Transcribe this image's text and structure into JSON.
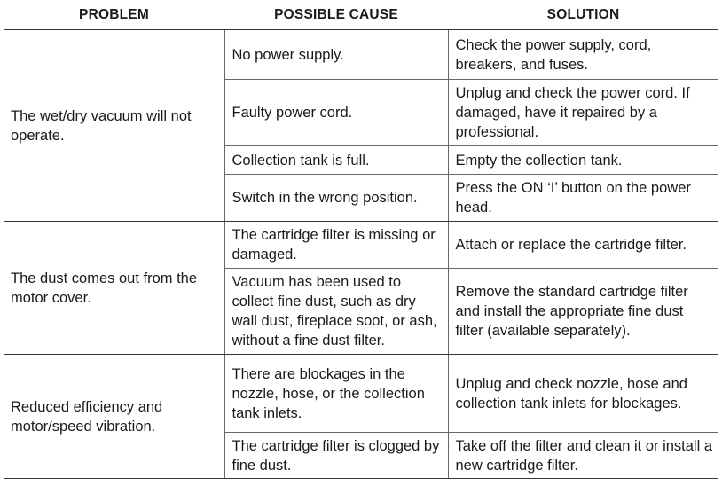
{
  "header": {
    "problem": "PROBLEM",
    "cause": "POSSIBLE CAUSE",
    "solution": "SOLUTION"
  },
  "groups": [
    {
      "problem": "The wet/dry vacuum will not operate.",
      "rows": [
        {
          "cause": "No power supply.",
          "solution": "Check the power supply, cord, breakers, and fuses."
        },
        {
          "cause": "Faulty power cord.",
          "solution": "Unplug and check the power cord. If damaged, have it repaired by a professional."
        },
        {
          "cause": "Collection tank is full.",
          "solution": "Empty the collection tank."
        },
        {
          "cause": "Switch in the wrong position.",
          "solution": "Press the ON ‘I’ button on the power head."
        }
      ]
    },
    {
      "problem": "The dust comes out from the motor cover.",
      "rows": [
        {
          "cause": "The cartridge filter is missing or damaged.",
          "solution": "Attach or replace the cartridge filter."
        },
        {
          "cause": "Vacuum has been used to collect fine dust, such as dry wall dust, fireplace soot, or ash, without a fine dust filter.",
          "solution": "Remove the standard cartridge filter and install the appropriate fine dust filter (available separately)."
        }
      ]
    },
    {
      "problem": "Reduced efficiency and motor/speed vibration.",
      "rows": [
        {
          "cause": "There are blockages in the nozzle, hose, or the collection tank inlets.",
          "solution": "Unplug and check nozzle, hose and collection tank inlets for blockages."
        },
        {
          "cause": "The cartridge filter is clogged by fine dust.",
          "solution": "Take off the filter and clean it or install a new cartridge filter."
        }
      ]
    }
  ]
}
